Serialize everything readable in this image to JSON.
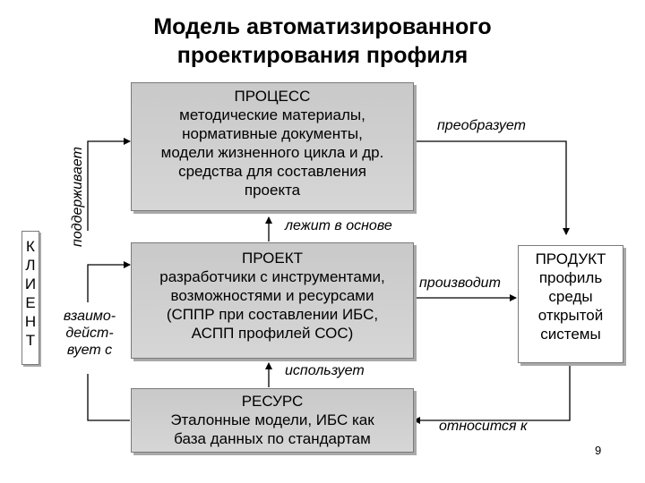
{
  "title": {
    "line1": "Модель автоматизированного",
    "line2": "проектирования профиля"
  },
  "process_box": {
    "heading": "ПРОЦЕСС",
    "lines": [
      "методические материалы,",
      "нормативные документы,",
      "модели жизненного цикла и др.",
      "средства для составления",
      "проекта"
    ]
  },
  "project_box": {
    "heading": "ПРОЕКТ",
    "lines": [
      "разработчики с инструментами,",
      "возможностями и ресурсами",
      "(СППР при составлении ИБС,",
      "АСПП профилей СОС)"
    ]
  },
  "resource_box": {
    "heading": "РЕСУРС",
    "lines": [
      "Эталонные модели, ИБС как",
      "база данных по стандартам"
    ]
  },
  "product_box": {
    "lines": [
      "ПРОДУКТ",
      "профиль",
      "среды",
      "открытой",
      "системы"
    ]
  },
  "client_box": {
    "letters": [
      "К",
      "Л",
      "И",
      "Е",
      "Н",
      "Т"
    ]
  },
  "labels": {
    "supports": "поддерживает",
    "transforms": "преобразует",
    "basis": "лежит в основе",
    "produces": "производит",
    "uses": "использует",
    "relates": "относится к",
    "interacts": [
      "взаимо-",
      "дейст-",
      "вует с"
    ]
  },
  "page_number": "9"
}
